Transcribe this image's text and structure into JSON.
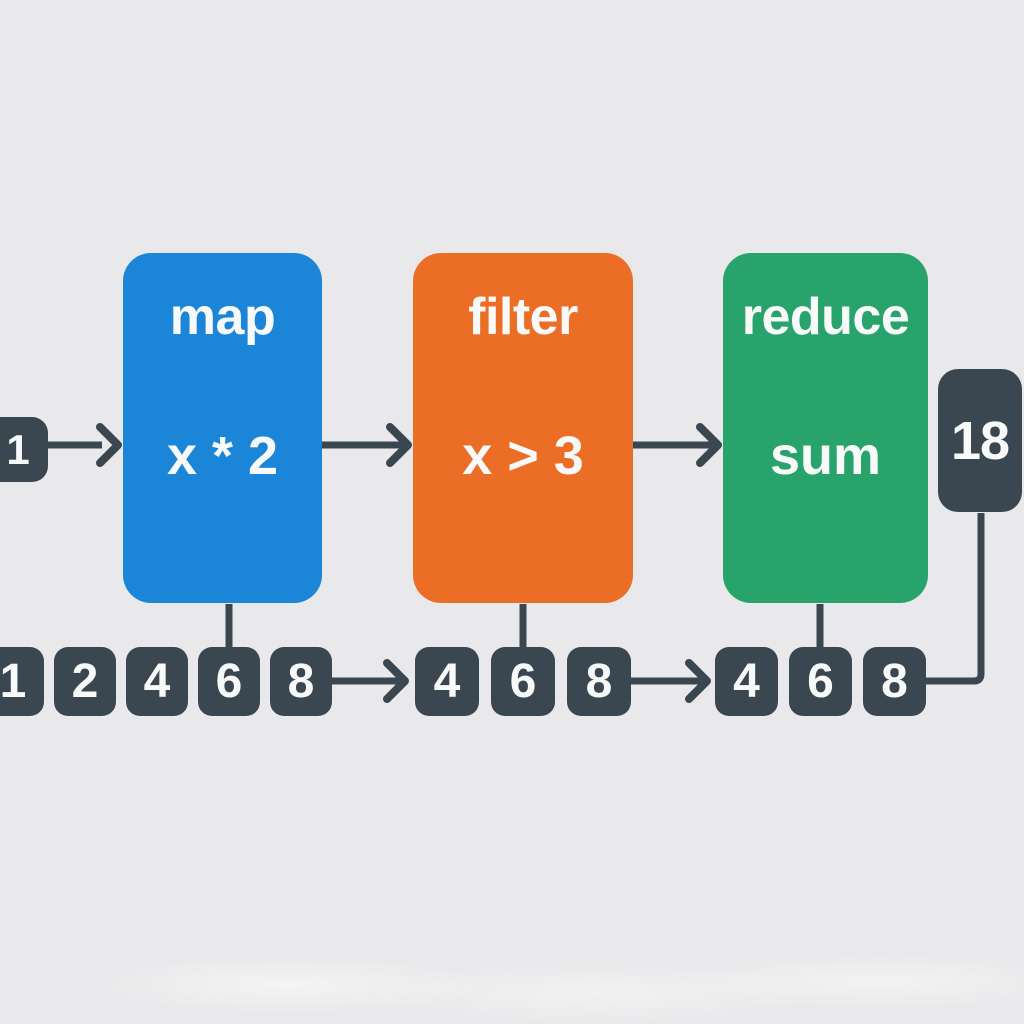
{
  "colors": {
    "background": "#e9e9eb",
    "connector": "#3b4750",
    "node_dark": "#3b4750",
    "text_light": "#f8f9f9",
    "map_blue": "#1b86d8",
    "filter_orange": "#ec6e26",
    "reduce_green": "#27a36b"
  },
  "pipeline": {
    "input_value": "1",
    "output_value": "18",
    "stages": [
      {
        "label": "map",
        "formula": "x * 2",
        "color": "#1b86d8"
      },
      {
        "label": "filter",
        "formula": "x > 3",
        "color": "#ec6e26"
      },
      {
        "label": "reduce",
        "formula": "sum",
        "color": "#27a36b"
      }
    ],
    "value_rows": [
      {
        "values": [
          "1",
          "2",
          "4",
          "6",
          "8"
        ]
      },
      {
        "values": [
          "4",
          "6",
          "8"
        ]
      },
      {
        "values": [
          "4",
          "6",
          "8"
        ]
      }
    ]
  }
}
